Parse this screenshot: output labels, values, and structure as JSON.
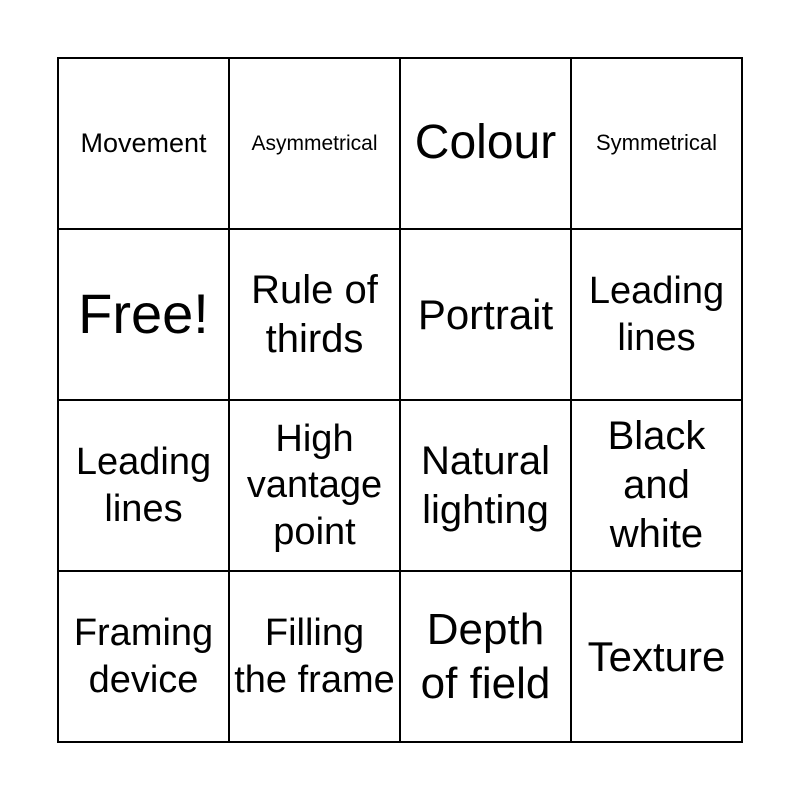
{
  "cells": [
    "Movement",
    "Asymmetrical",
    "Colour",
    "Symmetrical",
    "Free!",
    "Rule of thirds",
    "Portrait",
    "Leading lines",
    "Leading lines",
    "High vantage point",
    "Natural lighting",
    "Black and white",
    "Framing device",
    "Filling the frame",
    "Depth of field",
    "Texture"
  ]
}
